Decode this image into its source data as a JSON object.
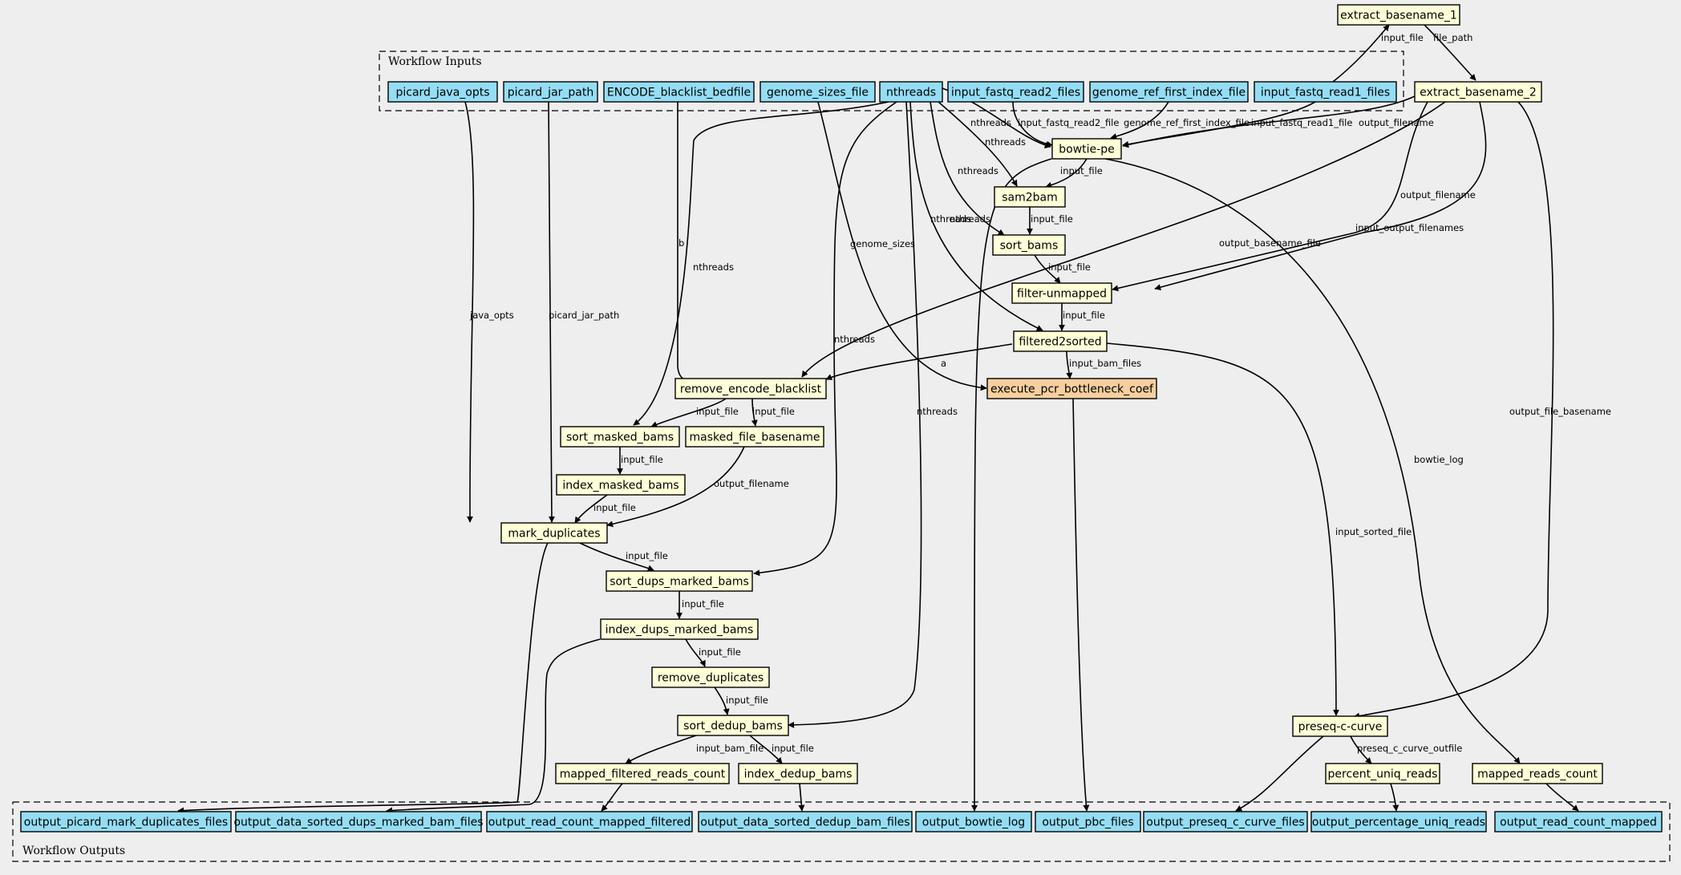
{
  "clusters": {
    "inputs": "Workflow Inputs",
    "outputs": "Workflow Outputs"
  },
  "colors": {
    "background": "#eeeeee",
    "io_fill": "#94ddf4",
    "step_fill": "#ffffd8",
    "highlight_fill": "#f7cf9e",
    "stroke": "#000000"
  },
  "nodes": {
    "picard_java_opts": "picard_java_opts",
    "picard_jar_path": "picard_jar_path",
    "encode_blacklist_bedfile": "ENCODE_blacklist_bedfile",
    "genome_sizes_file": "genome_sizes_file",
    "nthreads": "nthreads",
    "input_fastq_read2_files": "input_fastq_read2_files",
    "genome_ref_first_index_file": "genome_ref_first_index_file",
    "input_fastq_read1_files": "input_fastq_read1_files",
    "extract_basename_1": "extract_basename_1",
    "extract_basename_2": "extract_basename_2",
    "bowtie_pe": "bowtie-pe",
    "sam2bam": "sam2bam",
    "sort_bams": "sort_bams",
    "filter_unmapped": "filter-unmapped",
    "filtered2sorted": "filtered2sorted",
    "execute_pcr_bottleneck_coef": "execute_pcr_bottleneck_coef",
    "remove_encode_blacklist": "remove_encode_blacklist",
    "sort_masked_bams": "sort_masked_bams",
    "masked_file_basename": "masked_file_basename",
    "index_masked_bams": "index_masked_bams",
    "mark_duplicates": "mark_duplicates",
    "sort_dups_marked_bams": "sort_dups_marked_bams",
    "index_dups_marked_bams": "index_dups_marked_bams",
    "remove_duplicates": "remove_duplicates",
    "sort_dedup_bams": "sort_dedup_bams",
    "mapped_filtered_reads_count": "mapped_filtered_reads_count",
    "index_dedup_bams": "index_dedup_bams",
    "preseq_c_curve": "preseq-c-curve",
    "percent_uniq_reads": "percent_uniq_reads",
    "mapped_reads_count": "mapped_reads_count",
    "output_picard_mark_duplicates_files": "output_picard_mark_duplicates_files",
    "output_data_sorted_dups_marked_bam_files": "output_data_sorted_dups_marked_bam_files",
    "output_read_count_mapped_filtered": "output_read_count_mapped_filtered",
    "output_data_sorted_dedup_bam_files": "output_data_sorted_dedup_bam_files",
    "output_bowtie_log": "output_bowtie_log",
    "output_pbc_files": "output_pbc_files",
    "output_preseq_c_curve_files": "output_preseq_c_curve_files",
    "output_percentage_uniq_reads": "output_percentage_uniq_reads",
    "output_read_count_mapped": "output_read_count_mapped"
  },
  "edge_labels": {
    "input_file": "input_file",
    "file_path": "file_path",
    "nthreads": "nthreads",
    "input_fastq_read2_file": "input_fastq_read2_file",
    "genome_ref_first_index_file": "genome_ref_first_index_file",
    "input_fastq_read1_file": "input_fastq_read1_file",
    "output_filename": "output_filename",
    "b": "b",
    "a": "a",
    "genome_sizes": "genome_sizes",
    "java_opts": "java_opts",
    "picard_jar_path": "picard_jar_path",
    "output_basename_file": "output_basename_file",
    "input_output_filenames": "input_output_filenames",
    "output_file_basename": "output_file_basename",
    "input_bam_files": "input_bam_files",
    "bowtie_log": "bowtie_log",
    "input_sorted_file": "input_sorted_file",
    "input_bam_file": "input_bam_file",
    "preseq_c_curve_outfile": "preseq_c_curve_outfile"
  }
}
